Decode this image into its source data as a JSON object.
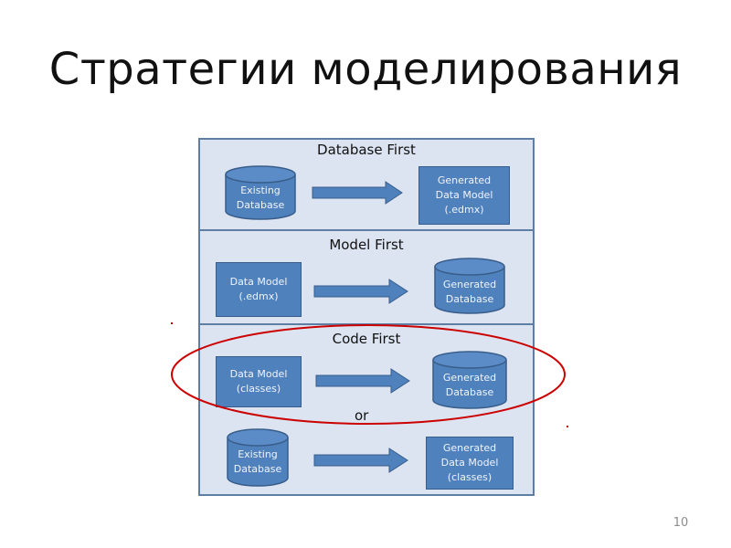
{
  "slide": {
    "title": "Стратегии моделирования",
    "number": "10"
  },
  "diagram": {
    "sections": [
      {
        "heading": "Database First",
        "source": "Existing\nDatabase",
        "target": "Generated\nData Model\n(.edmx)"
      },
      {
        "heading": "Model First",
        "source": "Data Model\n(.edmx)",
        "target": "Generated\nDatabase"
      },
      {
        "heading": "Code First",
        "source": "Data Model\n(classes)",
        "target": "Generated\nDatabase",
        "alt_separator": "or",
        "alt_source": "Existing\nDatabase",
        "alt_target": "Generated\nData Model\n(classes)"
      }
    ],
    "colors": {
      "box_fill": "#4f81bd",
      "box_border": "#385d8a",
      "frame_fill": "#dbe4f0",
      "frame_border": "#5e7fa3",
      "highlight_ellipse": "#cc0000"
    }
  }
}
